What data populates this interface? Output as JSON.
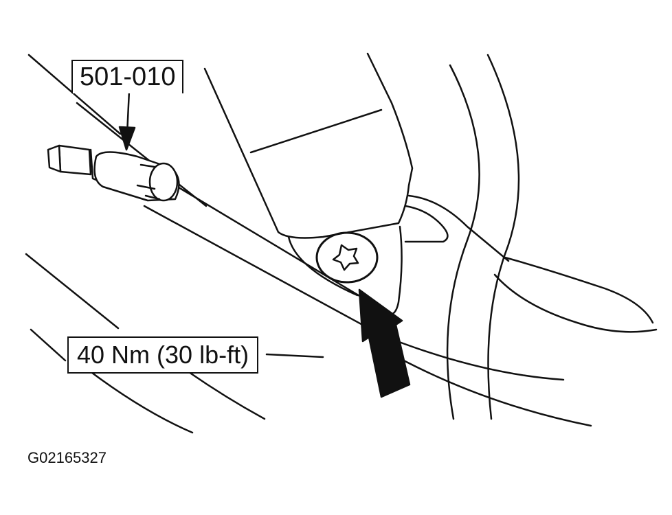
{
  "figure": {
    "tool_label": "501-010",
    "torque_label": "40 Nm (30 lb-ft)",
    "figure_id": "G02165327"
  },
  "icons": {
    "fastener": "torx-bolt-icon",
    "tool": "torx-socket-icon",
    "pointer": "large-arrow-icon"
  },
  "colors": {
    "line": "#111111",
    "background": "#ffffff"
  }
}
